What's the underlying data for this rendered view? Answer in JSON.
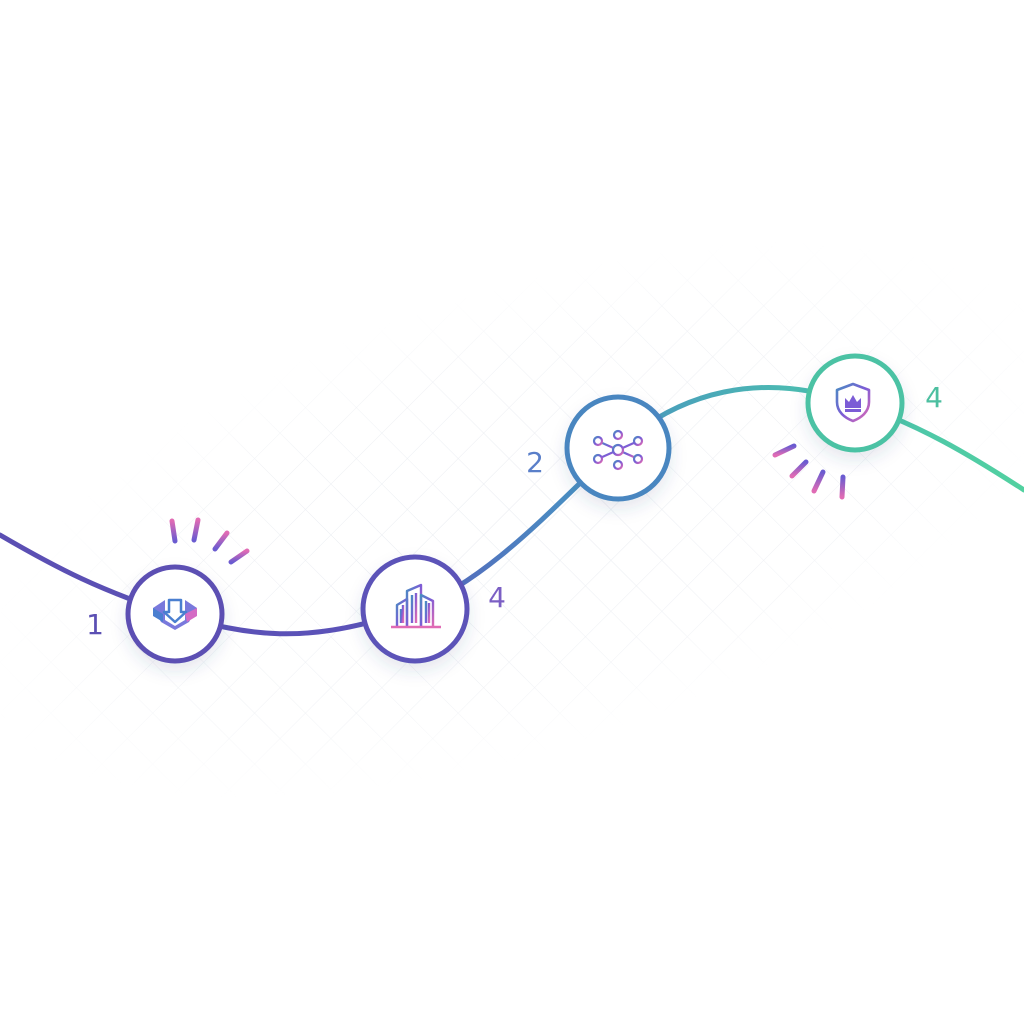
{
  "colors": {
    "start": "#5b4fb3",
    "mid": "#4a8cc2",
    "end": "#4cc7a3",
    "accent_pink": "#e06bb4",
    "accent_violet": "#7c5cd6",
    "grid": "#e9ecf2"
  },
  "steps": [
    {
      "number": "1",
      "icon": "folder-download-icon",
      "color": "#5b4fb3"
    },
    {
      "number": "4",
      "icon": "buildings-icon",
      "color": "#7b5fc4"
    },
    {
      "number": "2",
      "icon": "network-hub-icon",
      "color": "#5a7fc9"
    },
    {
      "number": "4",
      "icon": "shield-crown-icon",
      "color": "#4cbfa0"
    }
  ]
}
